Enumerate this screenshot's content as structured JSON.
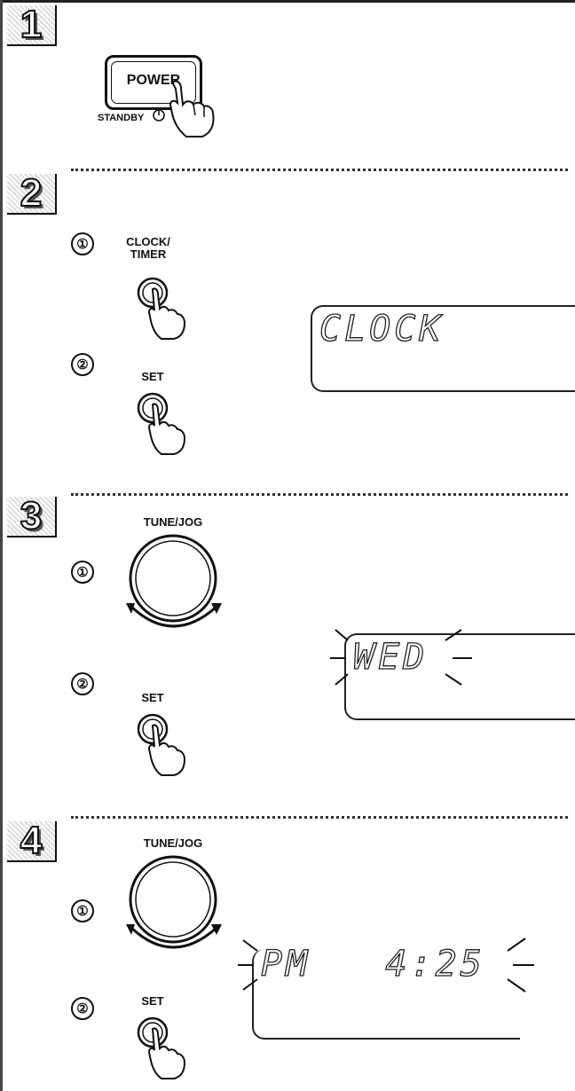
{
  "steps": {
    "s1": {
      "number": "1",
      "power_label": "POWER",
      "standby_label": "STANDBY"
    },
    "s2": {
      "number": "2",
      "sub1": "①",
      "sub2": "②",
      "clock_timer_label_1": "CLOCK/",
      "clock_timer_label_2": "TIMER",
      "set_label": "SET",
      "display_text": "CLOCK"
    },
    "s3": {
      "number": "3",
      "tune_label": "TUNE/JOG",
      "sub1": "①",
      "sub2": "②",
      "set_label": "SET",
      "display_text": "WED"
    },
    "s4": {
      "number": "4",
      "tune_label": "TUNE/JOG",
      "sub1": "①",
      "sub2": "②",
      "set_label": "SET",
      "display_text": "PM   4:25"
    }
  },
  "colors": {
    "ink": "#111111",
    "paper": "#ffffff"
  },
  "icons": [
    "hand-press-icon",
    "power-standby-icon",
    "rotate-arrow-icon",
    "blink-rays-icon"
  ]
}
